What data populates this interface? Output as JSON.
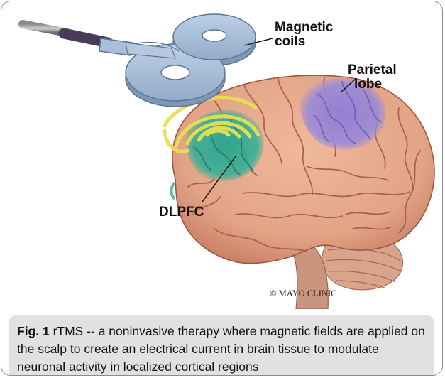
{
  "figure": {
    "labels": {
      "magnetic_line1": "Magnetic",
      "magnetic_line2": "coils",
      "parietal_line1": "Parietal",
      "parietal_line2": "lobe",
      "dlpfc": "DLPFC",
      "copyright": "© MAYO CLINIC"
    },
    "colors": {
      "brain": "#e3a487",
      "brain_folds": "#a85f49",
      "coil": "#a9bfd9",
      "coil_edge": "#5d7593",
      "field_rings": "#e8e052",
      "dlpfc_region": "#2fae98",
      "parietal_region": "#9a8ad8",
      "cerebellum": "#d9a48c",
      "brainstem": "#c9957f"
    },
    "caption": {
      "label": "Fig. 1",
      "text": " rTMS -- a noninvasive therapy where magnetic fields are applied on the scalp to create an electrical current in brain tissue to modulate neuronal activity in localized cortical regions"
    }
  }
}
